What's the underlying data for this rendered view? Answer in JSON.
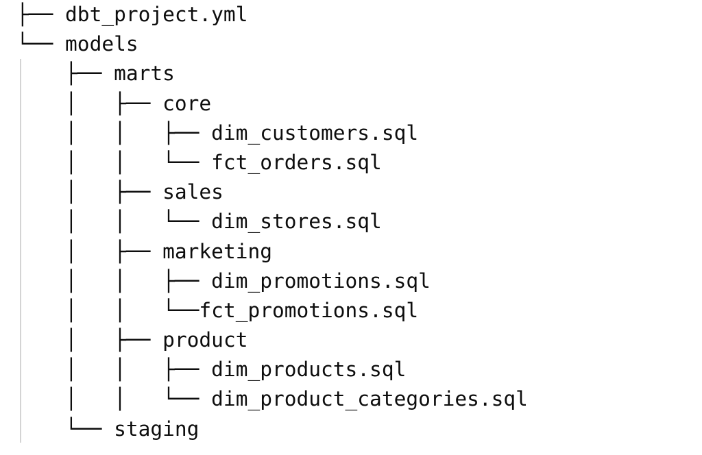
{
  "colors": {
    "background": "#ffffff",
    "text": "#0d0d0d",
    "indent_guide": "#d4d4d4"
  },
  "tree": {
    "lines": [
      {
        "prefix": "├── ",
        "name": "dbt_project.yml"
      },
      {
        "prefix": "└── ",
        "name": "models"
      },
      {
        "prefix": "    ├── ",
        "name": "marts"
      },
      {
        "prefix": "    │   ├── ",
        "name": "core"
      },
      {
        "prefix": "    │   │   ├── ",
        "name": "dim_customers.sql"
      },
      {
        "prefix": "    │   │   └── ",
        "name": "fct_orders.sql"
      },
      {
        "prefix": "    │   ├── ",
        "name": "sales"
      },
      {
        "prefix": "    │   │   └── ",
        "name": "dim_stores.sql"
      },
      {
        "prefix": "    │   ├── ",
        "name": "marketing"
      },
      {
        "prefix": "    │   │   ├── ",
        "name": "dim_promotions.sql"
      },
      {
        "prefix": "    │   │   └──",
        "name": "fct_promotions.sql"
      },
      {
        "prefix": "    │   ├── ",
        "name": "product"
      },
      {
        "prefix": "    │   │   ├── ",
        "name": "dim_products.sql"
      },
      {
        "prefix": "    │   │   └── ",
        "name": "dim_product_categories.sql"
      },
      {
        "prefix": "    └── ",
        "name": "staging"
      }
    ]
  }
}
